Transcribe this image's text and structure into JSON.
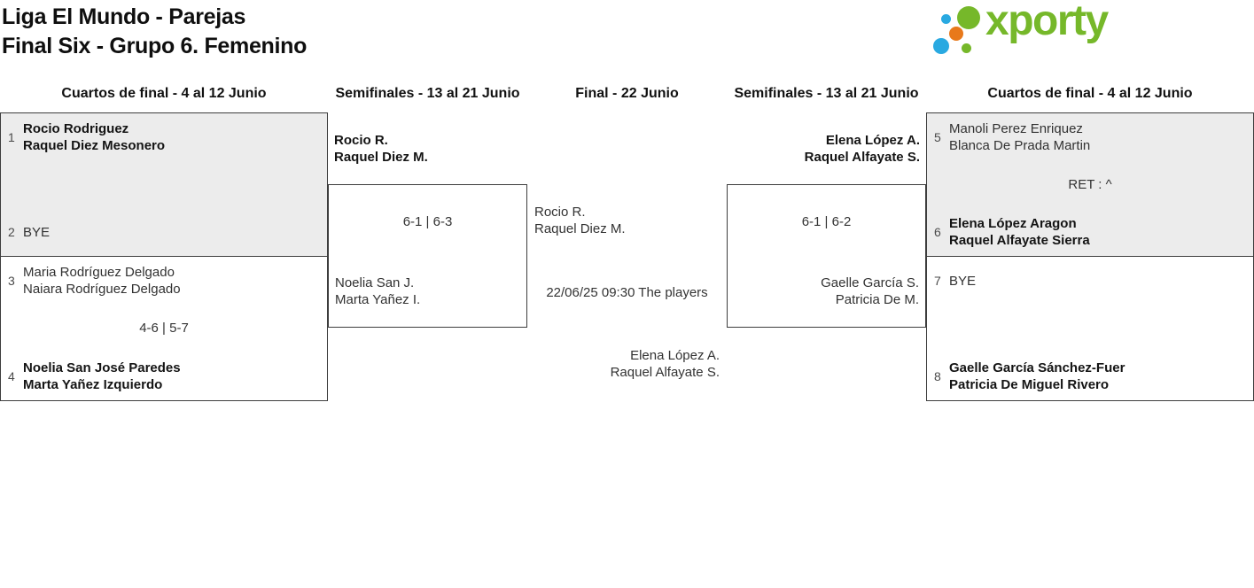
{
  "title": {
    "line1": "Liga El Mundo - Parejas",
    "line2": "Final Six - Grupo 6. Femenino"
  },
  "logo": {
    "text": "xporty",
    "colors": {
      "green": "#76b82a",
      "blue": "#29a9e1",
      "orange": "#e8791b"
    }
  },
  "rounds": [
    {
      "label": "Cuartos de final - 4 al 12 Junio"
    },
    {
      "label": "Semifinales - 13 al 21 Junio"
    },
    {
      "label": "Final - 22 Junio"
    },
    {
      "label": "Semifinales - 13 al 21 Junio"
    },
    {
      "label": "Cuartos de final - 4 al 12 Junio"
    }
  ],
  "matches": {
    "qf_left_top": {
      "top": {
        "seed": "1",
        "line1": "Rocio Rodriguez",
        "line2": "Raquel Diez Mesonero"
      },
      "center_note": "",
      "bottom": {
        "seed": "2",
        "line1": "BYE",
        "line2": ""
      }
    },
    "qf_left_bottom": {
      "top": {
        "seed": "3",
        "line1": "Maria Rodríguez Delgado",
        "line2": "Naiara Rodríguez Delgado"
      },
      "center_note": "4-6 | 5-7",
      "bottom": {
        "seed": "4",
        "line1": "Noelia San José Paredes",
        "line2": "Marta Yañez Izquierdo"
      }
    },
    "sf_left": {
      "top": {
        "line1": "Rocio R.",
        "line2": "Raquel Diez M."
      },
      "center_note": "6-1 | 6-3",
      "bottom": {
        "line1": "Noelia San J.",
        "line2": "Marta Yañez I."
      }
    },
    "final": {
      "top": {
        "line1": "Rocio R.",
        "line2": "Raquel Diez M."
      },
      "schedule": "22/06/25 09:30 The players",
      "bottom": {
        "line1": "Elena López A.",
        "line2": "Raquel Alfayate S."
      }
    },
    "sf_right": {
      "top": {
        "line1": "Elena López A.",
        "line2": "Raquel Alfayate S."
      },
      "center_note": "6-1 | 6-2",
      "bottom": {
        "line1": "Gaelle García S.",
        "line2": "Patricia De M."
      }
    },
    "qf_right_top": {
      "top": {
        "seed": "5",
        "line1": "Manoli Perez Enriquez",
        "line2": "Blanca De Prada Martin"
      },
      "center_note": "RET : ^",
      "bottom": {
        "seed": "6",
        "line1": "Elena López Aragon",
        "line2": "Raquel Alfayate Sierra"
      }
    },
    "qf_right_bottom": {
      "top": {
        "seed": "7",
        "line1": "BYE",
        "line2": ""
      },
      "center_note": "",
      "bottom": {
        "seed": "8",
        "line1": "Gaelle García Sánchez-Fuer",
        "line2": "Patricia De Miguel Rivero"
      }
    }
  }
}
